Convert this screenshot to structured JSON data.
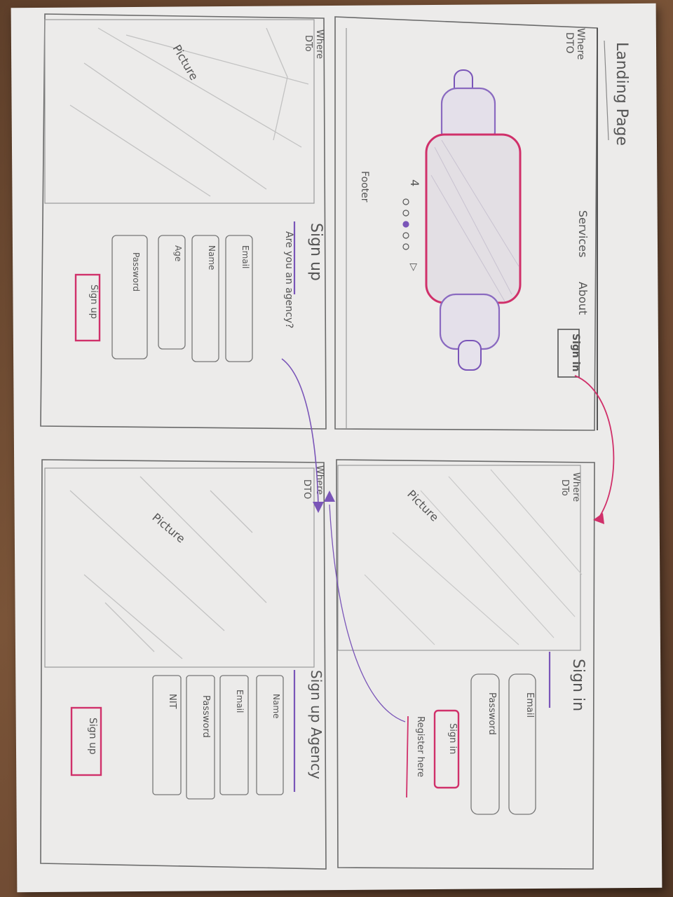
{
  "landing": {
    "title": "Landing Page",
    "brand_line1": "Where",
    "brand_line2": "DTO",
    "nav": [
      "Services",
      "About"
    ],
    "signin_button": "Sign in",
    "carousel_counter": "4",
    "carousel_next": "▷",
    "footer": "Footer"
  },
  "signin": {
    "brand_line1": "Where",
    "brand_line2": "DTo",
    "picture_label": "Picture",
    "heading": "Sign in",
    "email_placeholder": "Email",
    "password_placeholder": "Password",
    "submit_button": "Sign in",
    "register_link": "Register here"
  },
  "signup": {
    "brand_line1": "Where",
    "brand_line2": "DTo",
    "picture_label": "Picture",
    "heading": "Sign up",
    "agency_question": "Are you an agency?",
    "email_placeholder": "Email",
    "name_placeholder": "Name",
    "age_placeholder": "Age",
    "password_placeholder": "Password",
    "submit_button": "Sign up"
  },
  "signup_agency": {
    "brand_line1": "Where",
    "brand_line2": "DTO",
    "picture_label": "Picture",
    "heading": "Sign up Agency",
    "name_placeholder": "Name",
    "email_placeholder": "Email",
    "password_placeholder": "Password",
    "nit_placeholder": "NIT",
    "submit_button": "Sign up"
  },
  "colors": {
    "pink": "#d0306a",
    "purple": "#7a55b8",
    "pencil": "#777777",
    "paper": "#ecebea"
  }
}
